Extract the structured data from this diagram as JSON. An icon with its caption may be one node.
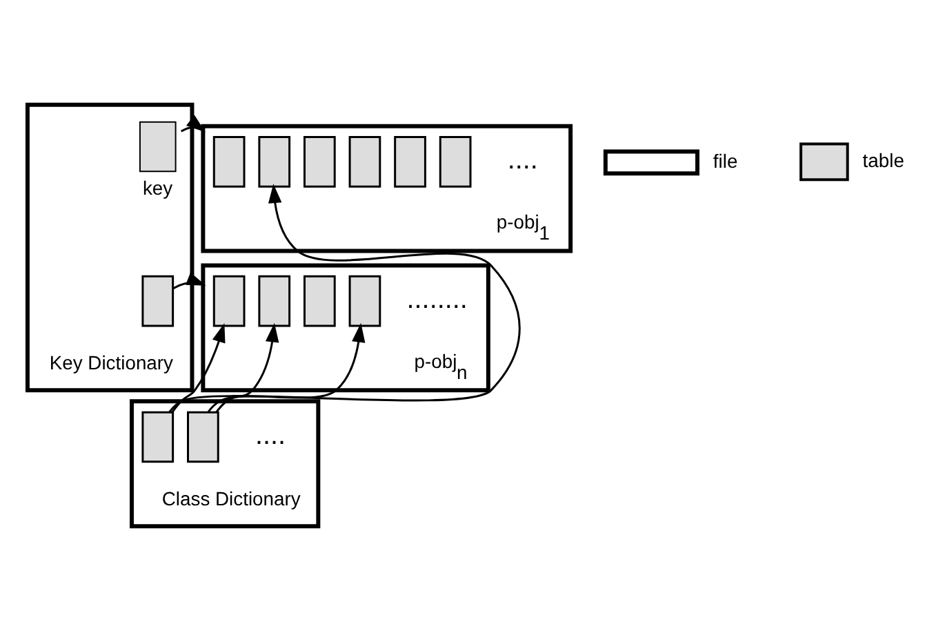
{
  "diagram": {
    "nodes": [
      {
        "text": [
          "Key Dictionary"
        ]
      },
      {
        "text": [],
        "shape": "box",
        "in": 0,
        "beside": [
          "key"
        ]
      },
      {
        "text": [],
        "shape": "box",
        "in": 0
      },
      {
        "text": [
          "p-obj$_{1}$"
        ]
      },
      {
        "text": [],
        "shape": "box",
        "in": 3
      },
      {
        "text": [],
        "shape": "box",
        "in": 3
      },
      {
        "text": [],
        "shape": "box",
        "in": 3
      },
      {
        "text": [],
        "shape": "box",
        "in": 3
      },
      {
        "text": [],
        "shape": "box",
        "in": 3
      },
      {
        "text": [],
        "shape": "box",
        "in": 3
      },
      {
        "text": [
          "p-obj$_{n}$"
        ]
      },
      {
        "text": [],
        "shape": "box",
        "in": 10
      },
      {
        "text": [],
        "shape": "box",
        "in": 10
      },
      {
        "text": [],
        "shape": "box",
        "in": 10
      },
      {
        "text": [],
        "shape": "box",
        "in": 10
      },
      {
        "text": [
          "Class Dictionary"
        ]
      },
      {
        "text": [],
        "shape": "box",
        "in": 15
      },
      {
        "text": [],
        "shape": "box",
        "in": 15
      }
    ],
    "edges": [
      {
        "from": 1,
        "to": 3,
        "arrow": "to"
      },
      {
        "from": 2,
        "to": 10,
        "arrow": "to"
      },
      {
        "from": 16,
        "to": 11,
        "arrow": "to"
      },
      {
        "from": 16,
        "to": 5,
        "arrow": "to"
      },
      {
        "from": 17,
        "to": 12,
        "arrow": "to"
      },
      {
        "from": 17,
        "to": 14,
        "arrow": "to"
      }
    ],
    "labels": [
      "....",
      "........",
      "...."
    ],
    "legend": [
      {
        "text": "file"
      },
      {
        "text": "table",
        "color": "#dddddd"
      }
    ]
  }
}
